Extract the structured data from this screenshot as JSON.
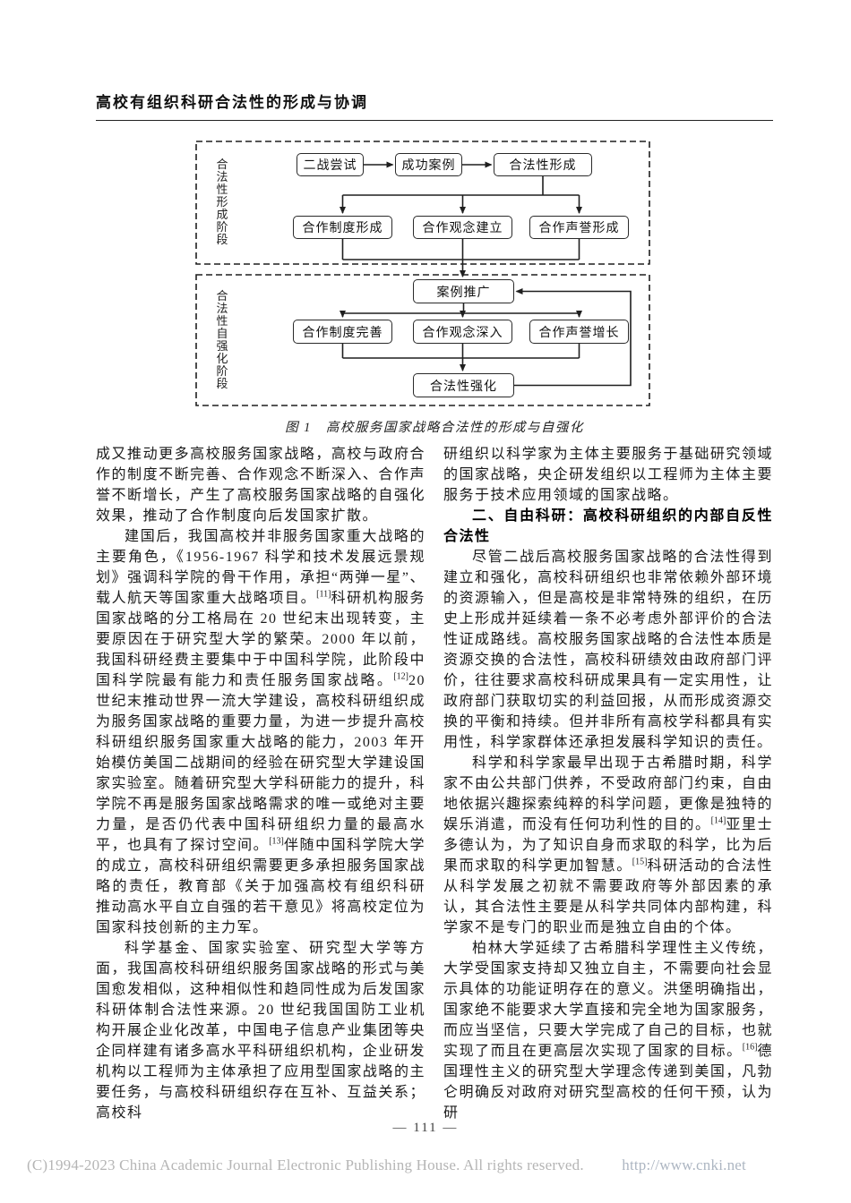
{
  "header": {
    "title": "高校有组织科研合法性的形成与协调"
  },
  "flowchart": {
    "stage1_label": "合法性形成阶段",
    "stage2_label": "合法性自强化阶段",
    "nodes": {
      "ww2": "二战尝试",
      "success": "成功案例",
      "legit_form": "合法性形成",
      "inst_form": "合作制度形成",
      "concept_build": "合作观念建立",
      "reputation_form": "合作声誉形成",
      "case_promo": "案例推广",
      "inst_improve": "合作制度完善",
      "concept_deepen": "合作观念深入",
      "reputation_grow": "合作声誉增长",
      "legit_reinforce": "合法性强化"
    }
  },
  "figure": {
    "caption": "图 1　高校服务国家战略合法性的形成与自强化"
  },
  "columns": {
    "left": [
      {
        "style": "cont",
        "runs": [
          {
            "t": "成又推动更多高校服务国家战略，高校与政府合作的制度不断完善、合作观念不断深入、合作声誉不断增长，产生了高校服务国家战略的自强化效果，推动了合作制度向后发国家扩散。"
          }
        ]
      },
      {
        "style": "body",
        "runs": [
          {
            "t": "建国后，我国高校并非服务国家重大战略的主要角色，《1956-1967 科学和技术发展远景规划》强调科学院的骨干作用，承担“两弹一星”、载人航天等国家重大战略项目。"
          },
          {
            "t": "[11]",
            "sup": true
          },
          {
            "t": "科研机构服务国家战略的分工格局在 20 世纪末出现转变，主要原因在于研究型大学的繁荣。2000 年以前，我国科研经费主要集中于中国科学院，此阶段中国科学院最有能力和责任服务国家战略。"
          },
          {
            "t": "[12]",
            "sup": true
          },
          {
            "t": "20 世纪末推动世界一流大学建设，高校科研组织成为服务国家战略的重要力量，为进一步提升高校科研组织服务国家重大战略的能力，2003 年开始模仿美国二战期间的经验在研究型大学建设国家实验室。随着研究型大学科研能力的提升，科学院不再是服务国家战略需求的唯一或绝对主要力量，是否仍代表中国科研组织力量的最高水平，也具有了探讨空间。"
          },
          {
            "t": "[13]",
            "sup": true
          },
          {
            "t": "伴随中国科学院大学的成立，高校科研组织需要更多承担服务国家战略的责任，教育部《关于加强高校有组织科研 推动高水平自立自强的若干意见》将高校定位为国家科技创新的主力军。"
          }
        ]
      },
      {
        "style": "body",
        "runs": [
          {
            "t": "科学基金、国家实验室、研究型大学等方面，我国高校科研组织服务国家战略的形式与美国愈发相似，这种相似性和趋同性成为后发国家科研体制合法性来源。20 世纪我国国防工业机构开展企业化改革，中国电子信息产业集团等央企同样建有诸多高水平科研组织机构，企业研发机构以工程师为主体承担了应用型国家战略的主要任务，与高校科研组织存在互补、互益关系；高校科"
          }
        ]
      }
    ],
    "right": [
      {
        "style": "cont",
        "runs": [
          {
            "t": "研组织以科学家为主体主要服务于基础研究领域的国家战略，央企研发组织以工程师为主体主要服务于技术应用领域的国家战略。"
          }
        ]
      },
      {
        "style": "heading",
        "runs": [
          {
            "t": "二、自由科研：高校科研组织的内部自反性合法性"
          }
        ]
      },
      {
        "style": "body",
        "runs": [
          {
            "t": "尽管二战后高校服务国家战略的合法性得到建立和强化，高校科研组织也非常依赖外部环境的资源输入，但是高校是非常特殊的组织，在历史上形成并延续着一条不必考虑外部评价的合法性证成路线。高校服务国家战略的合法性本质是资源交换的合法性，高校科研绩效由政府部门评价，往往要求高校科研成果具有一定实用性，让政府部门获取切实的利益回报，从而形成资源交换的平衡和持续。但并非所有高校学科都具有实用性，科学家群体还承担发展科学知识的责任。"
          }
        ]
      },
      {
        "style": "body",
        "runs": [
          {
            "t": "科学和科学家最早出现于古希腊时期，科学家不由公共部门供养，不受政府部门约束，自由地依据兴趣探索纯粹的科学问题，更像是独特的娱乐消遣，而没有任何功利性的目的。"
          },
          {
            "t": "[14]",
            "sup": true
          },
          {
            "t": "亚里士多德认为，为了知识自身而求取的科学，比为后果而求取的科学更加智慧。"
          },
          {
            "t": "[15]",
            "sup": true
          },
          {
            "t": "科研活动的合法性从科学发展之初就不需要政府等外部因素的承认，其合法性主要是从科学共同体内部构建，科学家不是专门的职业而是独立自由的个体。"
          }
        ]
      },
      {
        "style": "body",
        "runs": [
          {
            "t": "柏林大学延续了古希腊科学理性主义传统，大学受国家支持却又独立自主，不需要向社会显示具体的功能证明存在的意义。洪堡明确指出，国家绝不能要求大学直接和完全地为国家服务，而应当坚信，只要大学完成了自己的目标，也就实现了而且在更高层次实现了国家的目标。"
          },
          {
            "t": "[16]",
            "sup": true
          },
          {
            "t": "德国理性主义的研究型大学理念传递到美国，凡勃仑明确反对政府对研究型高校的任何干预，认为研"
          }
        ]
      }
    ]
  },
  "page_number": "— 111 —",
  "footer": {
    "copyright": "(C)1994-2023 China Academic Journal Electronic Publishing House. All rights reserved.",
    "url": "http://www.cnki.net"
  }
}
